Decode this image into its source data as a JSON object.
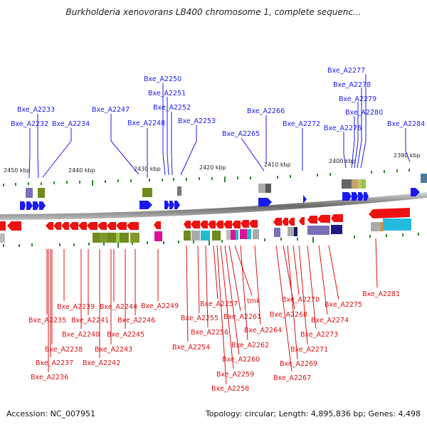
{
  "title": "Burkholderia xenovorans LB400 chromosome 1, complete sequenc...",
  "footer": {
    "accession": "Accession: NC_007951",
    "summary": "Topology: circular; Length: 4,895,836 bp; Genes: 4,498"
  },
  "kbp_labels": [
    "2450 kbp",
    "2440 kbp",
    "2430 kbp",
    "2420 kbp",
    "2410 kbp",
    "2400 kbp",
    "2390 kbp"
  ],
  "upper_genes": [
    "Bxe_A2233",
    "Bxe_A2232",
    "Bxe_A2234",
    "Bxe_A2247",
    "Bxe_A2248",
    "Bxe_A2250",
    "Bxe_A2251",
    "Bxe_A2252",
    "Bxe_A2253",
    "Bxe_A2266",
    "Bxe_A2265",
    "Bxe_A2272",
    "Bxe_A2277",
    "Bxe_A2278",
    "Bxe_A2279",
    "Bxe_A2280",
    "Bxe_A2276",
    "Bxe_A2284"
  ],
  "lower_genes": [
    "Bxe_A2235",
    "Bxe_A2236",
    "Bxe_A2237",
    "Bxe_A2238",
    "Bxe_A2239",
    "Bxe_A2240",
    "Bxe_A2241",
    "Bxe_A2242",
    "Bxe_A2243",
    "Bxe_A2244",
    "Bxe_A2245",
    "Bxe_A2246",
    "Bxe_A2249",
    "Bxe_A2254",
    "Bxe_A2255",
    "Bxe_A2256",
    "Bxe_A2257",
    "Bxe_A2258",
    "Bxe_A2259",
    "Bxe_A2260",
    "Bxe_A2261",
    "tmk",
    "Bxe_A2262",
    "Bxe_A2264",
    "Bxe_A2267",
    "Bxe_A2268",
    "Bxe_A2269",
    "Bxe_A2270",
    "Bxe_A2271",
    "Bxe_A2273",
    "Bxe_A2274",
    "Bxe_A2275",
    "Bxe_A2281"
  ],
  "colors": {
    "forward_gene": "#1a1aee",
    "reverse_gene": "#ee1111",
    "backbone": "#888888",
    "tick": "#2a8a2a"
  }
}
